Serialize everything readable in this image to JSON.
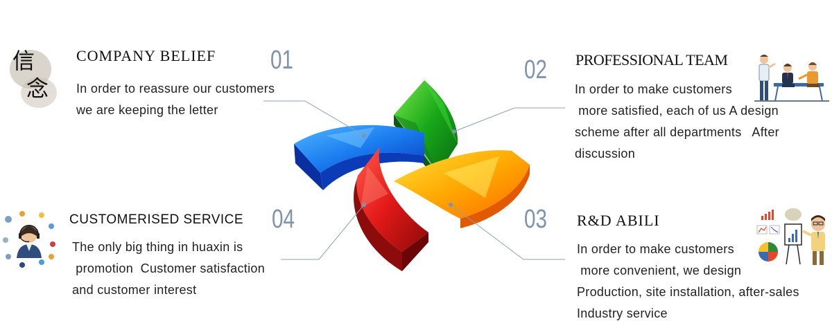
{
  "sections": {
    "belief": {
      "number": "01",
      "title": "COMPANY BELIEF",
      "lines": [
        "In order to reassure our customers",
        "we are keeping the letter"
      ],
      "icon": "calligraphy-seal-icon",
      "icon_text": "信念"
    },
    "team": {
      "number": "02",
      "title": "PROFESSIONAL TEAM",
      "lines": [
        "In order to make customers",
        " more satisfied, each of us A design",
        "scheme after all departments   After",
        "discussion"
      ],
      "icon": "team-meeting-icon"
    },
    "rnd": {
      "number": "03",
      "title": "R&D ABILI",
      "lines": [
        "In order to make customers",
        " more convenient, we design",
        "Production, site installation, after-sales",
        "Industry service"
      ],
      "icon": "presenter-chart-icon"
    },
    "service": {
      "number": "04",
      "title": "CUSTOMERISED SERVICE",
      "lines": [
        "The only big thing in huaxin is",
        " promotion  Customer satisfaction",
        "and customer interest"
      ],
      "icon": "customer-support-icon"
    }
  },
  "colors": {
    "number": "#7e93ad",
    "connector": "#8da0b8",
    "blue": "#1565e0",
    "green": "#1aa31a",
    "orange": "#ff9a00",
    "red": "#d81818"
  }
}
